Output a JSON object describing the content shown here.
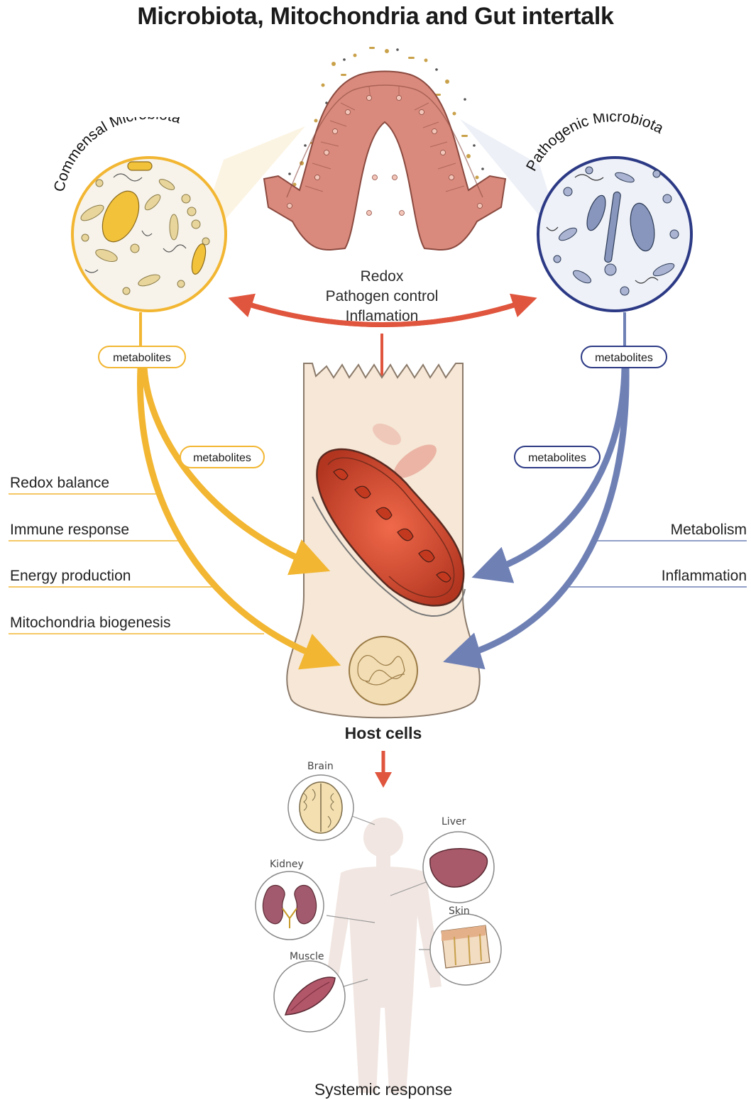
{
  "title": "Microbiota, Mitochondria and Gut intertalk",
  "commensal_label": "Commensal Microbiota",
  "pathogenic_label": "Pathogenic Microbiota",
  "center_effects": [
    "Redox",
    "Pathogen control",
    "Inflamation"
  ],
  "metabolites_label": "metabolites",
  "left_effects": [
    "Redox balance",
    "Immune response",
    "Energy production",
    "Mitochondria biogenesis"
  ],
  "right_effects": [
    "Metabolism",
    "Inflammation"
  ],
  "host_cells_label": "Host cells",
  "organs": {
    "brain": "Brain",
    "liver": "Liver",
    "kidney": "Kidney",
    "skin": "Skin",
    "muscle": "Muscle"
  },
  "systemic_label": "Systemic response",
  "colors": {
    "commensal": "#f2b632",
    "pathogenic": "#2c3a85",
    "pathogenic_arrow": "#6f80b5",
    "center_arrow": "#e0553d",
    "mitochondria": "#d2462c",
    "villus": "#d98a7c",
    "host_cell": "#f6e7d6"
  }
}
